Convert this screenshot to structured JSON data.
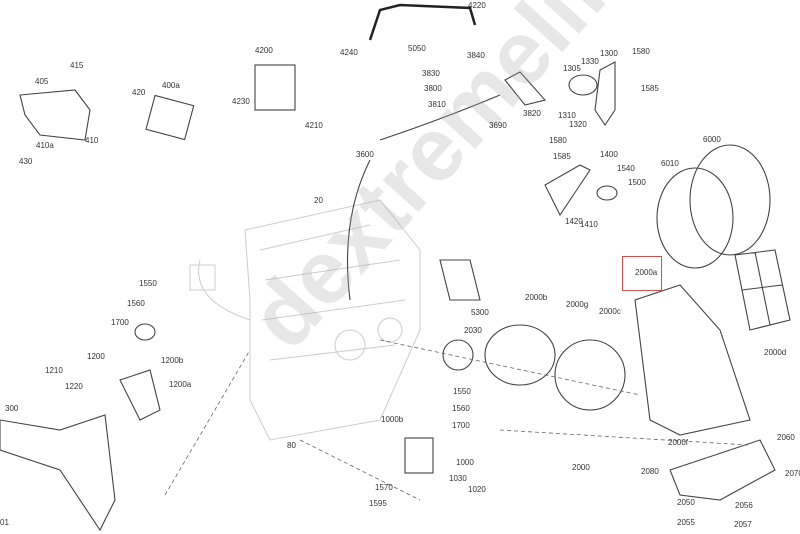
{
  "watermark": "dextremelife.ru",
  "highlight_color": "#d05050",
  "highlighted_part": "2000a",
  "labels": {
    "p405": "405",
    "p415": "415",
    "p410": "410",
    "p410a": "410a",
    "p430": "430",
    "p420": "420",
    "p400a": "400a",
    "p4200": "4200",
    "p4230": "4230",
    "p4210": "4210",
    "p4240": "4240",
    "p3600": "3600",
    "p4220": "4220",
    "p5050": "5050",
    "p3840": "3840",
    "p3830": "3830",
    "p3800": "3800",
    "p3810": "3810",
    "p3690": "3690",
    "p3820": "3820",
    "p1305": "1305",
    "p1330": "1330",
    "p1300": "1300",
    "p1580a": "1580",
    "p1585a": "1585",
    "p1310": "1310",
    "p1320": "1320",
    "p1580b": "1580",
    "p1585b": "1585",
    "p1400": "1400",
    "p1540": "1540",
    "p1500": "1500",
    "p1420": "1420",
    "p1410": "1410",
    "p6010": "6010",
    "p6000": "6000",
    "p20": "20",
    "p1550a": "1550",
    "p1560a": "1560",
    "p1700a": "1700",
    "p1200": "1200",
    "p1200b": "1200b",
    "p1210": "1210",
    "p1220": "1220",
    "p1200a": "1200a",
    "p300": "300",
    "p01": "01",
    "p80": "80",
    "p5300": "5300",
    "p2030": "2030",
    "p1550b": "1550",
    "p1560b": "1560",
    "p1700b": "1700",
    "p1000b": "1000b",
    "p1000": "1000",
    "p1570": "1570",
    "p1595": "1595",
    "p1030": "1030",
    "p1020": "1020",
    "p2000b": "2000b",
    "p2000g": "2000g",
    "p2000c": "2000c",
    "p2000a": "2000a",
    "p2000d": "2000d",
    "p2000f": "2000f",
    "p2060": "2060",
    "p2080": "2080",
    "p2070": "2070",
    "p2000": "2000",
    "p2050": "2050",
    "p2056": "2056",
    "p2055": "2055",
    "p2057": "2057"
  }
}
